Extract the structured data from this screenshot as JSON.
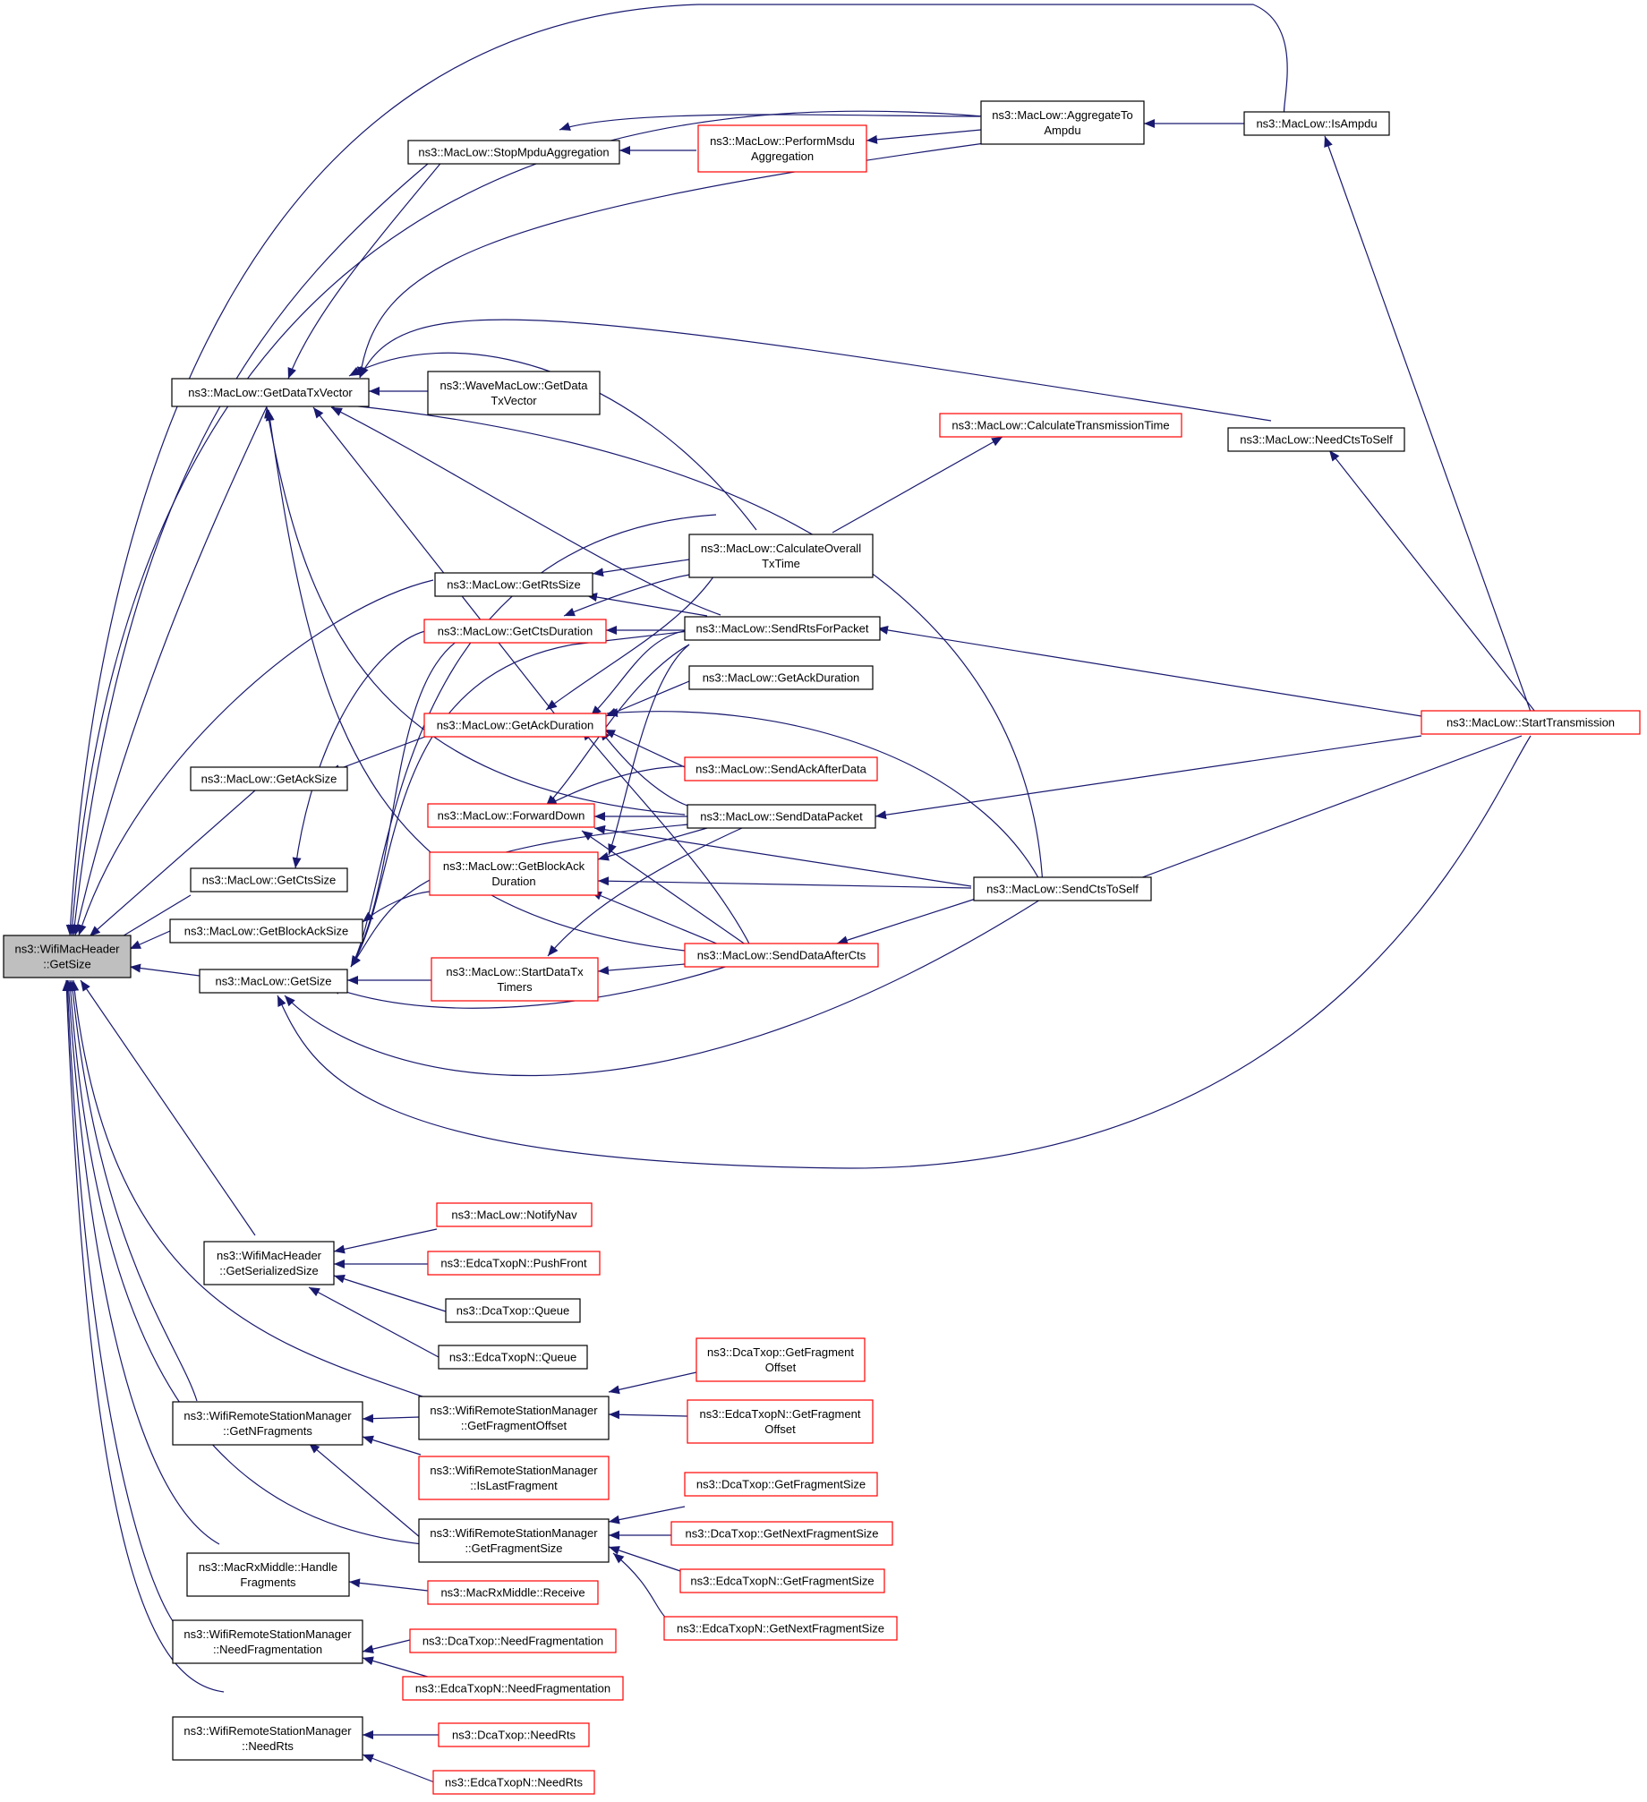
{
  "edge_color": "#191970",
  "nodes": {
    "root": {
      "lines": [
        "ns3::WifiMacHeader",
        "::GetSize"
      ]
    },
    "getdatatxvector": {
      "lines": [
        "ns3::MacLow::GetDataTxVector"
      ]
    },
    "stopmpdu": {
      "lines": [
        "ns3::MacLow::StopMpduAggregation"
      ]
    },
    "performmsdu": {
      "lines": [
        "ns3::MacLow::PerformMsdu",
        "Aggregation"
      ]
    },
    "aggregatetoampdu": {
      "lines": [
        "ns3::MacLow::AggregateTo",
        "Ampdu"
      ]
    },
    "isampdu": {
      "lines": [
        "ns3::MacLow::IsAmpdu"
      ]
    },
    "wavemaclow": {
      "lines": [
        "ns3::WaveMacLow::GetData",
        "TxVector"
      ]
    },
    "calctranstime": {
      "lines": [
        "ns3::MacLow::CalculateTransmissionTime"
      ]
    },
    "needctstoself": {
      "lines": [
        "ns3::MacLow::NeedCtsToSelf"
      ]
    },
    "getrtssize": {
      "lines": [
        "ns3::MacLow::GetRtsSize"
      ]
    },
    "calcoveralltx": {
      "lines": [
        "ns3::MacLow::CalculateOverall",
        "TxTime"
      ]
    },
    "getctsduration": {
      "lines": [
        "ns3::MacLow::GetCtsDuration"
      ]
    },
    "sendrtsforpacket": {
      "lines": [
        "ns3::MacLow::SendRtsForPacket"
      ]
    },
    "getackduration2": {
      "lines": [
        "ns3::MacLow::GetAckDuration"
      ]
    },
    "getackduration": {
      "lines": [
        "ns3::MacLow::GetAckDuration"
      ]
    },
    "starttransmission": {
      "lines": [
        "ns3::MacLow::StartTransmission"
      ]
    },
    "getacksize": {
      "lines": [
        "ns3::MacLow::GetAckSize"
      ]
    },
    "sendackafterdata": {
      "lines": [
        "ns3::MacLow::SendAckAfterData"
      ]
    },
    "forwarddown": {
      "lines": [
        "ns3::MacLow::ForwardDown"
      ]
    },
    "senddatapacket": {
      "lines": [
        "ns3::MacLow::SendDataPacket"
      ]
    },
    "getctssize": {
      "lines": [
        "ns3::MacLow::GetCtsSize"
      ]
    },
    "getblockackduration": {
      "lines": [
        "ns3::MacLow::GetBlockAck",
        "Duration"
      ]
    },
    "sendctstoself": {
      "lines": [
        "ns3::MacLow::SendCtsToSelf"
      ]
    },
    "getblockacksize": {
      "lines": [
        "ns3::MacLow::GetBlockAckSize"
      ]
    },
    "senddataafterCts": {
      "lines": [
        "ns3::MacLow::SendDataAfterCts"
      ]
    },
    "getsize": {
      "lines": [
        "ns3::MacLow::GetSize"
      ]
    },
    "startdatatx": {
      "lines": [
        "ns3::MacLow::StartDataTx",
        "Timers"
      ]
    },
    "notifynav": {
      "lines": [
        "ns3::MacLow::NotifyNav"
      ]
    },
    "getserialized": {
      "lines": [
        "ns3::WifiMacHeader",
        "::GetSerializedSize"
      ]
    },
    "pushfront": {
      "lines": [
        "ns3::EdcaTxopN::PushFront"
      ]
    },
    "dcaqueue": {
      "lines": [
        "ns3::DcaTxop::Queue"
      ]
    },
    "edcaqueue": {
      "lines": [
        "ns3::EdcaTxopN::Queue"
      ]
    },
    "dcafragoffset": {
      "lines": [
        "ns3::DcaTxop::GetFragment",
        "Offset"
      ]
    },
    "getnfragments": {
      "lines": [
        "ns3::WifiRemoteStationManager",
        "::GetNFragments"
      ]
    },
    "wrsmfragoffset": {
      "lines": [
        "ns3::WifiRemoteStationManager",
        "::GetFragmentOffset"
      ]
    },
    "edcafragoffset": {
      "lines": [
        "ns3::EdcaTxopN::GetFragment",
        "Offset"
      ]
    },
    "islastfragment": {
      "lines": [
        "ns3::WifiRemoteStationManager",
        "::IsLastFragment"
      ]
    },
    "dcafragsize": {
      "lines": [
        "ns3::DcaTxop::GetFragmentSize"
      ]
    },
    "wrsmfragsize": {
      "lines": [
        "ns3::WifiRemoteStationManager",
        "::GetFragmentSize"
      ]
    },
    "dcanextfragsize": {
      "lines": [
        "ns3::DcaTxop::GetNextFragmentSize"
      ]
    },
    "edcafragsize": {
      "lines": [
        "ns3::EdcaTxopN::GetFragmentSize"
      ]
    },
    "edcanextfragsize": {
      "lines": [
        "ns3::EdcaTxopN::GetNextFragmentSize"
      ]
    },
    "handlefragments": {
      "lines": [
        "ns3::MacRxMiddle::Handle",
        "Fragments"
      ]
    },
    "rxreceive": {
      "lines": [
        "ns3::MacRxMiddle::Receive"
      ]
    },
    "needfragmentation": {
      "lines": [
        "ns3::WifiRemoteStationManager",
        "::NeedFragmentation"
      ]
    },
    "dcaneedfrag": {
      "lines": [
        "ns3::DcaTxop::NeedFragmentation"
      ]
    },
    "edcaneedfrag": {
      "lines": [
        "ns3::EdcaTxopN::NeedFragmentation"
      ]
    },
    "needrts": {
      "lines": [
        "ns3::WifiRemoteStationManager",
        "::NeedRts"
      ]
    },
    "dcaneedrts": {
      "lines": [
        "ns3::DcaTxop::NeedRts"
      ]
    },
    "edcaneedrts": {
      "lines": [
        "ns3::EdcaTxopN::NeedRts"
      ]
    }
  }
}
